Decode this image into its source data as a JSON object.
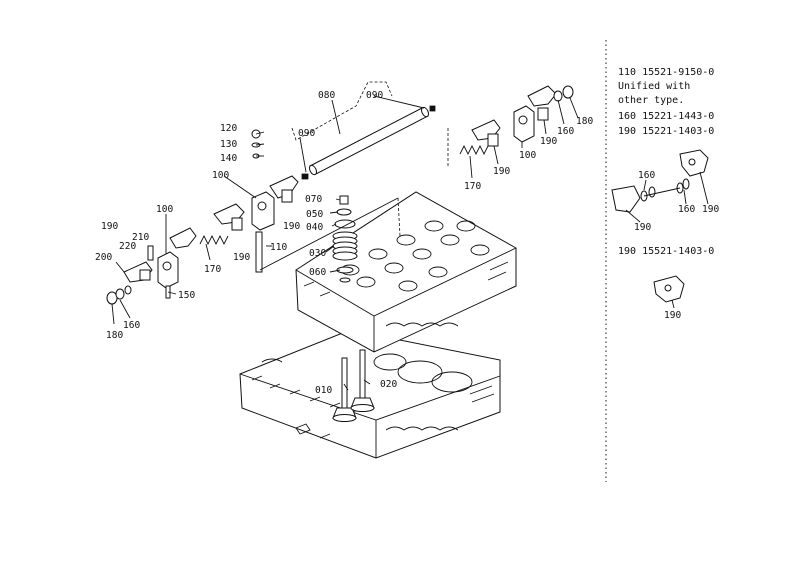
{
  "callouts": {
    "c080": "080",
    "c090a": "090",
    "c090b": "090",
    "c120": "120",
    "c130": "130",
    "c140": "140",
    "c100a": "100",
    "c100b": "100",
    "c100c": "100",
    "c070": "070",
    "c050": "050",
    "c040": "040",
    "c030": "030",
    "c060": "060",
    "c190a": "190",
    "c190b": "190",
    "c190c": "190",
    "c190d": "190",
    "c190e": "190",
    "c210": "210",
    "c220": "220",
    "c200": "200",
    "c170a": "170",
    "c170b": "170",
    "c110": "110",
    "c150": "150",
    "c160a": "160",
    "c160b": "160",
    "c180a": "180",
    "c180b": "180",
    "c010": "010",
    "c020": "020"
  },
  "notes": {
    "line1": "110   15521-9150-0",
    "line2": "Unified with",
    "line3": "other type.",
    "line4": "160   15221-1443-0",
    "line5": "190   15221-1403-0",
    "line6": "190   15521-1403-0"
  },
  "inset_callouts": {
    "i160a": "160",
    "i160b": "160",
    "i190a": "190",
    "i190b": "190",
    "i190c": "190"
  }
}
